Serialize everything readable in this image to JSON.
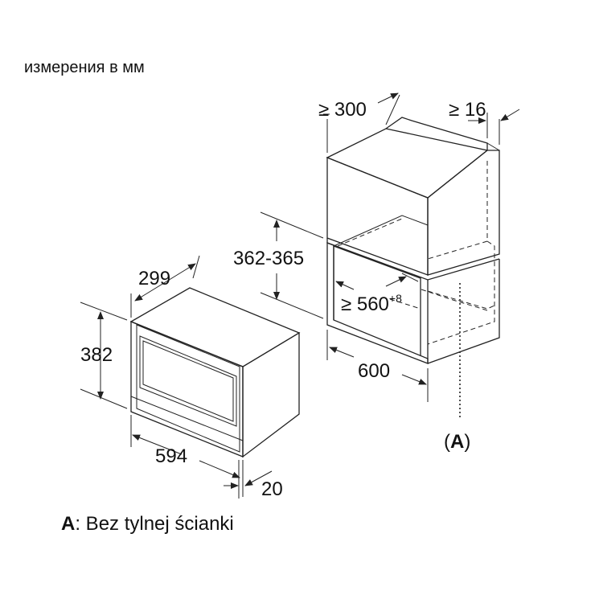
{
  "unit_caption": "измерения в мм",
  "appliance": {
    "depth": "299",
    "height": "382",
    "width": "594",
    "front": "20"
  },
  "niche": {
    "min_depth_top": "≥ 300",
    "min_gap": "≥ 16",
    "height_range": "362-365",
    "min_width": "≥ 560",
    "min_width_tolerance": "+8",
    "depth": "600",
    "marker": "A",
    "marker_open": "(",
    "marker_close": ")"
  },
  "legend": {
    "key": "A",
    "text": ": Bez tylnej ścianki"
  }
}
